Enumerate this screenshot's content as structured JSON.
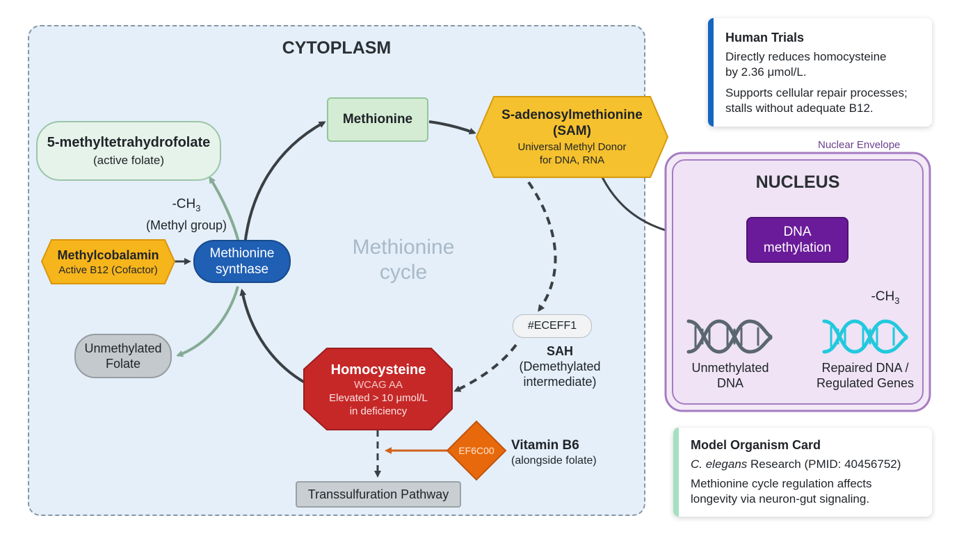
{
  "cytoplasm": {
    "title": "CYTOPLASM",
    "center_label_line1": "Methionine",
    "center_label_line2": "cycle"
  },
  "nodes": {
    "methyl_thf": {
      "line1": "5-methyltetrahydrofolate",
      "line2": "(active folate)"
    },
    "methyl_group": {
      "line1": "-CH",
      "subscript": "3",
      "line2": "(Methyl group)"
    },
    "methylcobalamin": {
      "line1": "Methylcobalamin",
      "line2": "Active B12 (Cofactor)"
    },
    "methionine_synthase": {
      "line1": "Methionine",
      "line2": "synthase"
    },
    "unmethylated_folate": {
      "line1": "Unmethylated",
      "line2": "Folate"
    },
    "methionine": {
      "label": "Methionine"
    },
    "sam": {
      "line1": "S-adenosylmethionine",
      "line2": "(SAM)",
      "line3": "Universal Methyl Donor",
      "line4": "for DNA, RNA"
    },
    "sah_badge": {
      "label": "#ECEFF1"
    },
    "sah": {
      "line1": "SAH",
      "line2": "(Demethylated",
      "line3": "intermediate)"
    },
    "homocysteine": {
      "line1": "Homocysteine",
      "line2": "WCAG AA",
      "line3": "Elevated > 10 μmol/L",
      "line4": "in deficiency"
    },
    "vitamin_b6_badge": {
      "label": "EF6C00"
    },
    "vitamin_b6": {
      "line1": "Vitamin B6",
      "line2": "(alongside folate)"
    },
    "transsulfuration": {
      "label": "Transsulfuration Pathway"
    }
  },
  "nucleus": {
    "envelope_label": "Nuclear Envelope",
    "title": "NUCLEUS",
    "dna_methylation": {
      "line1": "DNA",
      "line2": "methylation"
    },
    "methyl_mark": {
      "text": "-CH",
      "subscript": "3"
    },
    "unmethylated_dna": {
      "line1": "Unmethylated",
      "line2": "DNA"
    },
    "repaired_dna": {
      "line1": "Repaired DNA /",
      "line2": "Regulated Genes"
    }
  },
  "cards": {
    "human_trials": {
      "title": "Human Trials",
      "text1": "Directly reduces homocysteine",
      "text2": "by 2.36 μmol/L.",
      "text3": "Supports cellular repair processes;",
      "text4": "stalls without adequate B12.",
      "stripe_color": "#1565c0"
    },
    "model_organism": {
      "title": "Model Organism Card",
      "italic": "C. elegans",
      "text1": " Research (PMID: 40456752)",
      "text2": "Methionine cycle regulation affects",
      "text3": "longevity via neuron-gut signaling.",
      "stripe_color": "#a5e0c4"
    }
  },
  "colors": {
    "cytoplasm_bg": "#e4eff9",
    "methionine_green": "#d4ecd4",
    "sam_yellow": "#f5c12e",
    "methylcobalamin_orange": "#f7b51c",
    "synthase_blue": "#1f5fb4",
    "homocysteine_red": "#c62828",
    "b6_orange": "#e8690b",
    "nucleus_purple": "#efe3f5",
    "dna_methylation_purple": "#6a1b9a",
    "repaired_dna_cyan": "#22c9dd",
    "unmethylated_dna_gray": "#5b6770"
  }
}
